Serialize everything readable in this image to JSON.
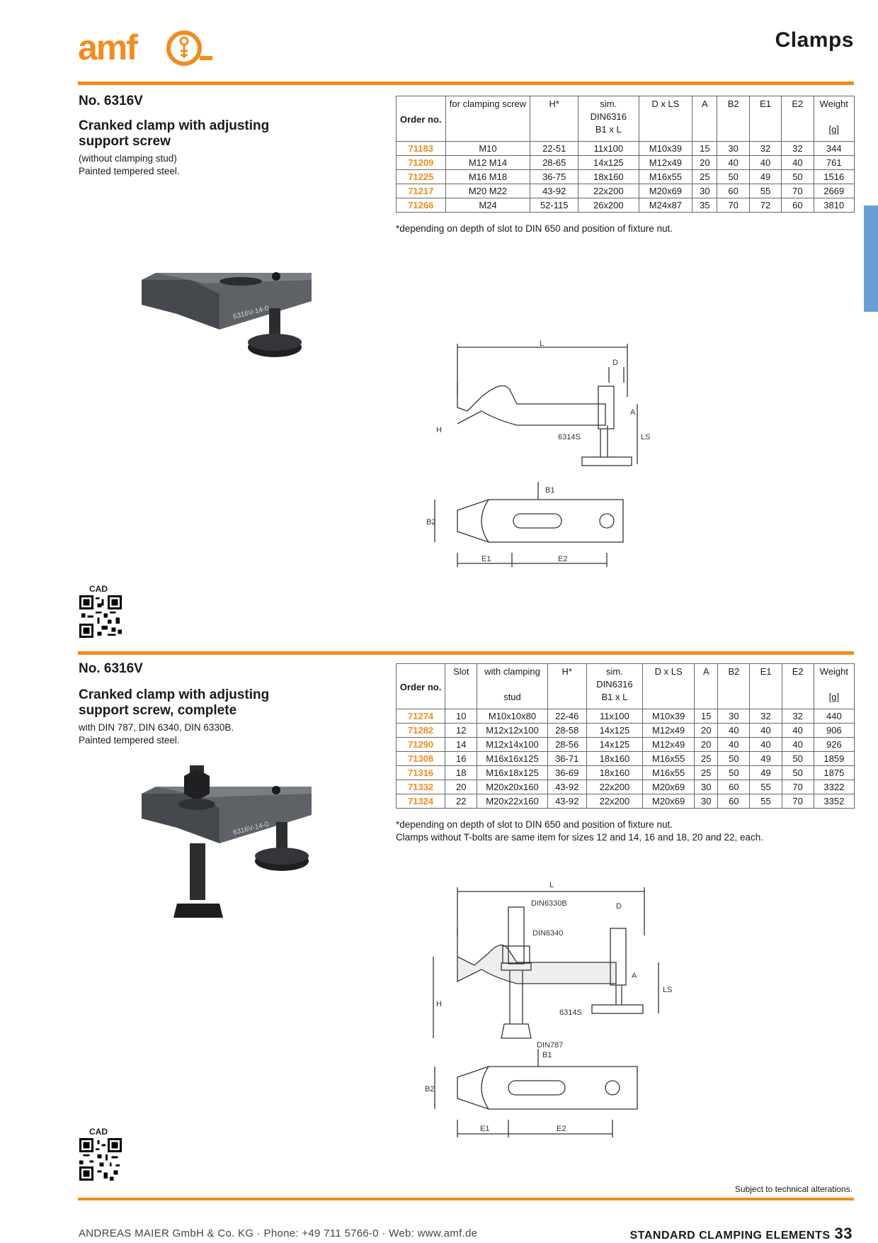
{
  "header": {
    "logo_text": "amf",
    "title": "Clamps"
  },
  "sections": [
    {
      "number": "No. 6316V",
      "name_line1": "Cranked clamp with adjusting",
      "name_line2": "support screw",
      "desc_line1": "(without clamping stud)",
      "desc_line2": "Painted tempered steel.",
      "cad_label": "CAD",
      "table": {
        "headers": {
          "order": "Order no.",
          "c1": "for clamping screw",
          "c2": "H*",
          "c3_l1": "sim.",
          "c3_l2": "DIN6316",
          "c3_l3": "B1 x L",
          "c4": "D x LS",
          "c5": "A",
          "c6": "B2",
          "c7": "E1",
          "c8": "E2",
          "c9": "Weight",
          "c9_unit": "[g]"
        },
        "rows": [
          [
            "71183",
            "M10",
            "22-51",
            "11x100",
            "M10x39",
            "15",
            "30",
            "32",
            "32",
            "344"
          ],
          [
            "71209",
            "M12 M14",
            "28-65",
            "14x125",
            "M12x49",
            "20",
            "40",
            "40",
            "40",
            "761"
          ],
          [
            "71225",
            "M16 M18",
            "36-75",
            "18x160",
            "M16x55",
            "25",
            "50",
            "49",
            "50",
            "1516"
          ],
          [
            "71217",
            "M20 M22",
            "43-92",
            "22x200",
            "M20x69",
            "30",
            "60",
            "55",
            "70",
            "2669"
          ],
          [
            "71266",
            "M24",
            "52-115",
            "26x200",
            "M24x87",
            "35",
            "70",
            "72",
            "60",
            "3810"
          ]
        ]
      },
      "note1": "*depending on depth of slot to DIN 650 and position of fixture nut.",
      "drawing_labels": {
        "L": "L",
        "D": "D",
        "A": "A",
        "LS": "LS",
        "H": "H",
        "screw": "6314S",
        "B1": "B1",
        "B2": "B2",
        "E1": "E1",
        "E2": "E2"
      },
      "photo_marking": "6316V-14-0"
    },
    {
      "number": "No. 6316V",
      "name_line1": "Cranked clamp with adjusting",
      "name_line2": "support screw, complete",
      "desc_line1": "with DIN 787, DIN 6340, DIN 6330B.",
      "desc_line2": "Painted tempered steel.",
      "cad_label": "CAD",
      "table": {
        "headers": {
          "order": "Order no.",
          "c0": "Slot",
          "c1_l1": "with clamping",
          "c1_l2": "stud",
          "c2": "H*",
          "c3_l1": "sim.",
          "c3_l2": "DIN6316",
          "c3_l3": "B1 x L",
          "c4": "D x LS",
          "c5": "A",
          "c6": "B2",
          "c7": "E1",
          "c8": "E2",
          "c9": "Weight",
          "c9_unit": "[g]"
        },
        "rows": [
          [
            "71274",
            "10",
            "M10x10x80",
            "22-46",
            "11x100",
            "M10x39",
            "15",
            "30",
            "32",
            "32",
            "440"
          ],
          [
            "71282",
            "12",
            "M12x12x100",
            "28-58",
            "14x125",
            "M12x49",
            "20",
            "40",
            "40",
            "40",
            "906"
          ],
          [
            "71290",
            "14",
            "M12x14x100",
            "28-56",
            "14x125",
            "M12x49",
            "20",
            "40",
            "40",
            "40",
            "926"
          ],
          [
            "71308",
            "16",
            "M16x16x125",
            "36-71",
            "18x160",
            "M16x55",
            "25",
            "50",
            "49",
            "50",
            "1859"
          ],
          [
            "71316",
            "18",
            "M16x18x125",
            "36-69",
            "18x160",
            "M16x55",
            "25",
            "50",
            "49",
            "50",
            "1875"
          ],
          [
            "71332",
            "20",
            "M20x20x160",
            "43-92",
            "22x200",
            "M20x69",
            "30",
            "60",
            "55",
            "70",
            "3322"
          ],
          [
            "71324",
            "22",
            "M20x22x160",
            "43-92",
            "22x200",
            "M20x69",
            "30",
            "60",
            "55",
            "70",
            "3352"
          ]
        ]
      },
      "note1": "*depending on depth of slot to DIN 650 and position of fixture nut.",
      "note2": "Clamps without T-bolts are same item for sizes 12 and 14, 16 and 18, 20 and 22, each.",
      "drawing_labels": {
        "L": "L",
        "D": "D",
        "A": "A",
        "LS": "LS",
        "H": "H",
        "screw": "6314S",
        "din6330": "DIN6330B",
        "din6340": "DIN6340",
        "din787": "DIN787",
        "B1": "B1",
        "B2": "B2",
        "E1": "E1",
        "E2": "E2"
      },
      "photo_marking": "6316V-14-0"
    }
  ],
  "footer": {
    "subject": "Subject to technical alterations.",
    "company": "ANDREAS MAIER GmbH & Co. KG · Phone: +49 711 5766-0 · Web: www.amf.de",
    "section": "STANDARD CLAMPING ELEMENTS",
    "page": "33"
  },
  "colors": {
    "accent": "#f28c1f",
    "tab": "#6a9fd6"
  }
}
